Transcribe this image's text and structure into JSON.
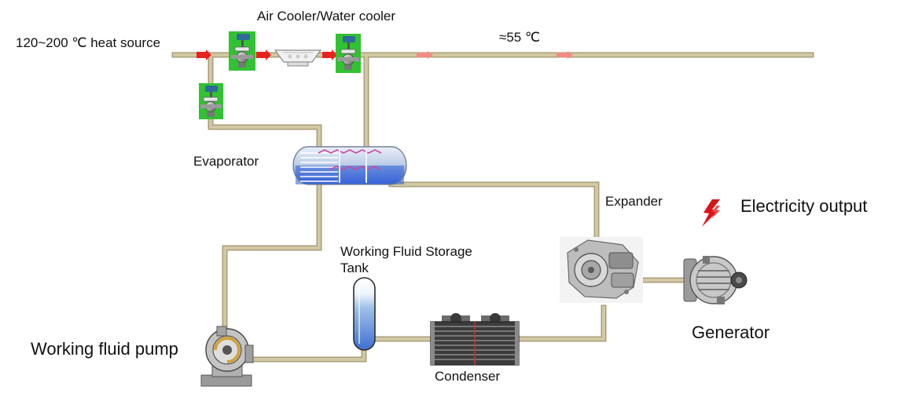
{
  "labels": {
    "heat_source": "120~200 ℃ heat source",
    "air_water_cooler": "Air Cooler/Water cooler",
    "outlet_temp": "≈55 ℃",
    "evaporator": "Evaporator",
    "expander": "Expander",
    "electricity_output": "Electricity output",
    "storage_tank": "Working Fluid Storage Tank",
    "generator": "Generator",
    "pump": "Working fluid pump",
    "condenser": "Condenser"
  },
  "colors": {
    "pipe": "#d2c8a4",
    "pipe_edge": "#a99e79",
    "flow_arrow": "#e8231f",
    "flow_arrow_faded": "#f28a86",
    "valve_bg": "#31c231",
    "valve_body": "#2f6a9a",
    "evaporator_fluid": "#2f5fd6",
    "tank_fill": "#5a87d6",
    "lightning": "#d8141a"
  },
  "icons": {
    "valve": "control-valve-icon",
    "cooler": "air-cooler-icon",
    "evaporator": "evaporator-icon",
    "expander": "expander-icon",
    "generator": "generator-icon",
    "tank": "storage-tank-icon",
    "pump": "pump-icon",
    "condenser": "condenser-icon",
    "electricity": "lightning-icon"
  }
}
